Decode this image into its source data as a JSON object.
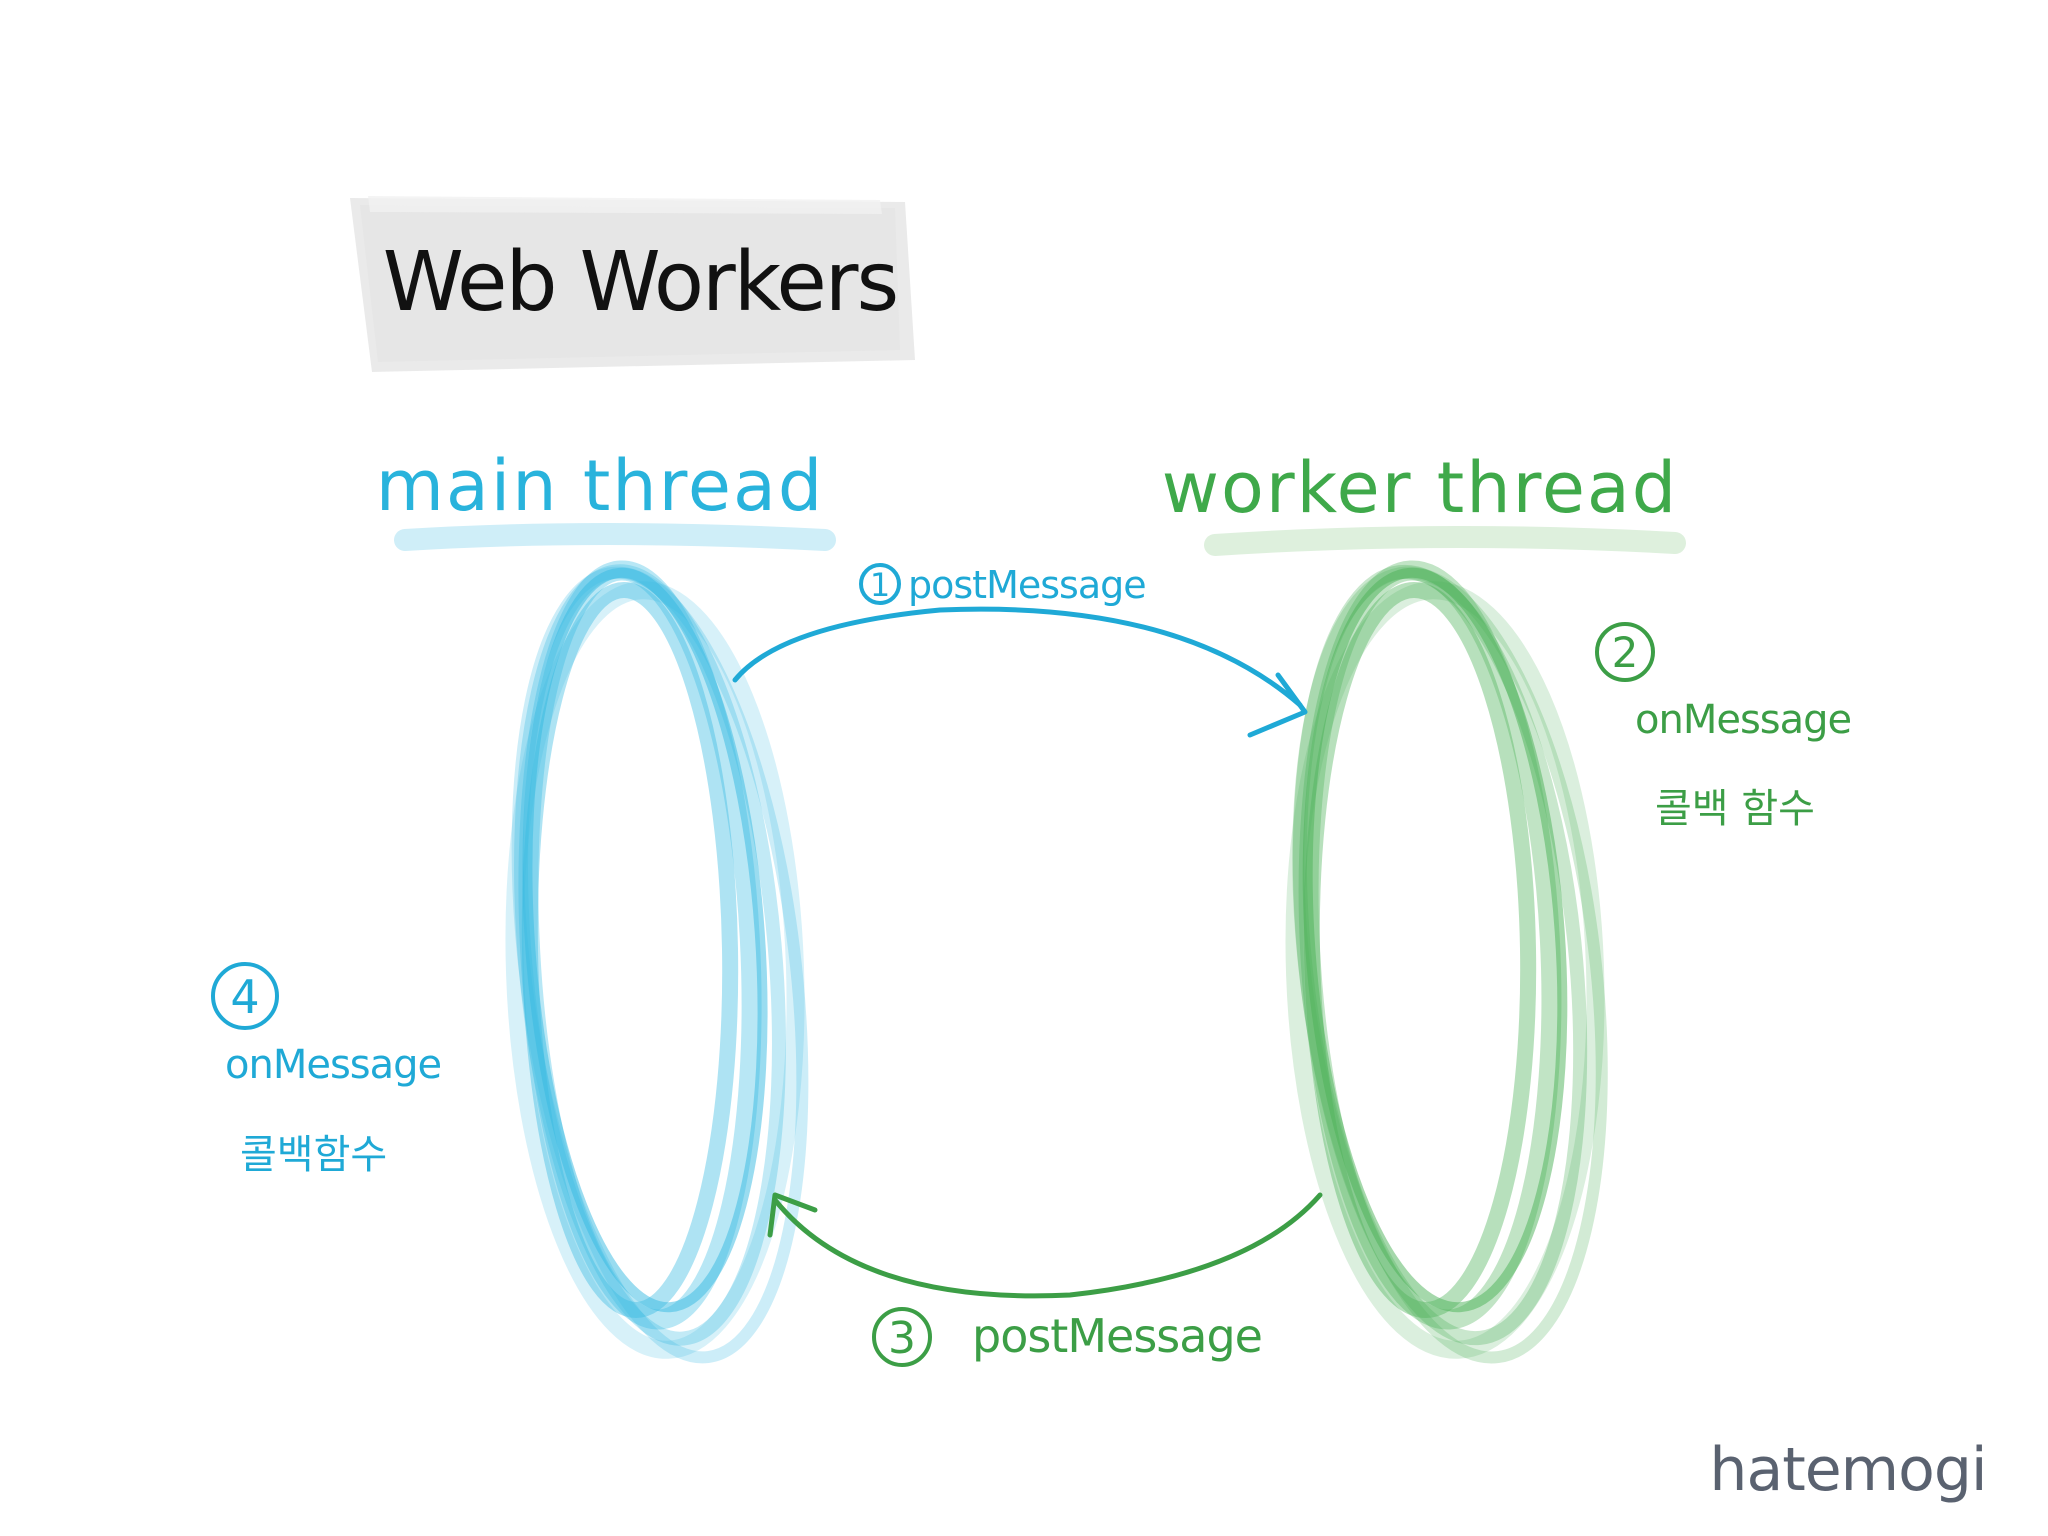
{
  "title": "Web Workers",
  "colors": {
    "main": "#29b3dc",
    "worker": "#3fa94a",
    "ink": "#111111",
    "signature": "#5a6270",
    "tape": "#e3e3e3"
  },
  "main_thread": {
    "label": "main thread",
    "step_number": "4",
    "event": "onMessage",
    "callback": "콜백함수"
  },
  "worker_thread": {
    "label": "worker thread",
    "step_number": "2",
    "event": "onMessage",
    "callback": "콜백 함수"
  },
  "arrow_to_worker": {
    "step_number": "1",
    "label": "postMessage"
  },
  "arrow_to_main": {
    "step_number": "3",
    "label": "postMessage"
  },
  "signature": "hatemogi"
}
